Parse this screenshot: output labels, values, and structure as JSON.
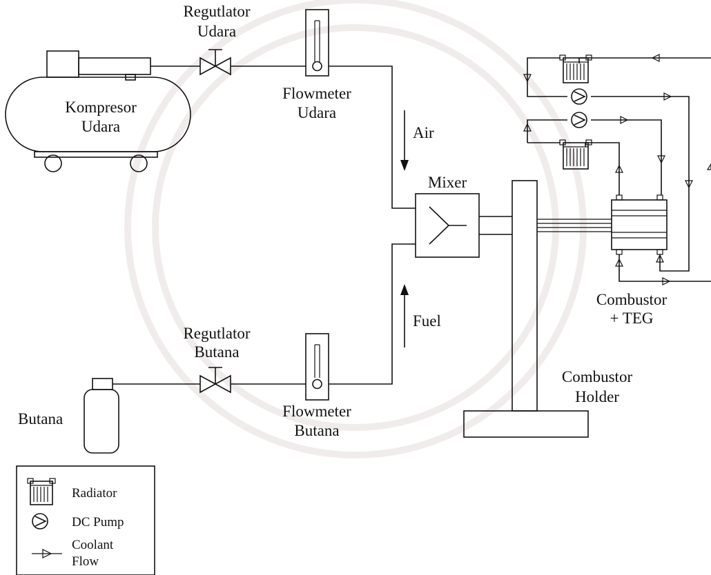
{
  "labels": {
    "regulator_air": [
      "Regutlator",
      "Udara"
    ],
    "flowmeter_air": [
      "Flowmeter",
      "Udara"
    ],
    "compressor": [
      "Kompresor",
      "Udara"
    ],
    "air": "Air",
    "mixer": "Mixer",
    "fuel": "Fuel",
    "regulator_butane": [
      "Regutlator",
      "Butana"
    ],
    "flowmeter_butane": [
      "Flowmeter",
      "Butana"
    ],
    "butane": "Butana",
    "combustor_teg": [
      "Combustor",
      "+ TEG"
    ],
    "combustor_holder": [
      "Combustor",
      "Holder"
    ]
  },
  "legend": {
    "radiator": "Radiator",
    "dc_pump": "DC Pump",
    "coolant_flow": [
      "Coolant",
      "Flow"
    ]
  },
  "icons": [
    "radiator-icon",
    "dc-pump-icon",
    "coolant-flow-arrow-icon",
    "valve-icon",
    "flowmeter-icon",
    "mixer-icon",
    "arrow-icon"
  ],
  "colors": {
    "line": "#111111",
    "background": "#ffffff",
    "watermark": "#f1ecec"
  }
}
